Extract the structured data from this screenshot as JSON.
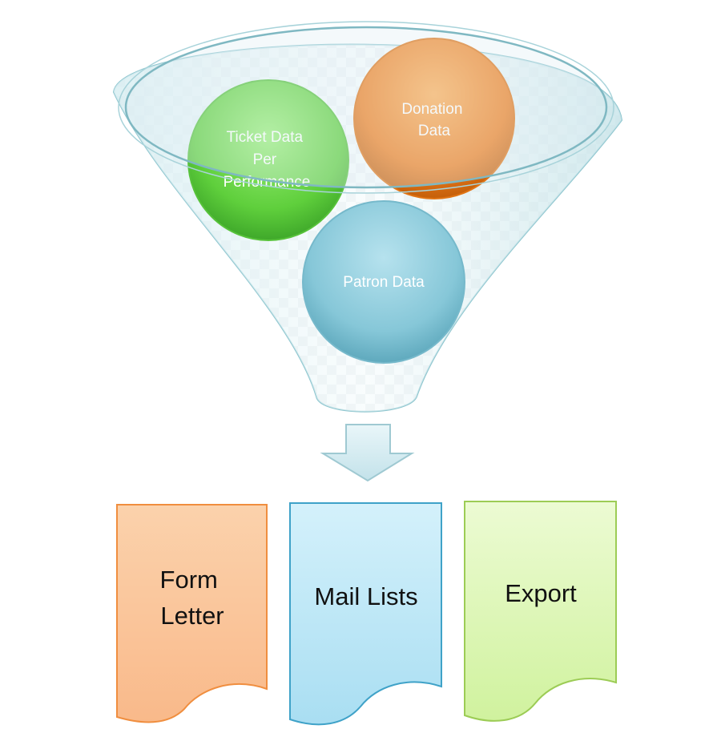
{
  "diagram": {
    "inputs": [
      {
        "id": "ticket",
        "lines": [
          "Ticket Data",
          "Per",
          "Performance"
        ]
      },
      {
        "id": "donation",
        "lines": [
          "Donation",
          "Data"
        ]
      },
      {
        "id": "patron",
        "lines": [
          "Patron Data"
        ]
      }
    ],
    "outputs": [
      {
        "id": "form-letter",
        "lines": [
          "Form",
          "Letter"
        ]
      },
      {
        "id": "mail-lists",
        "lines": [
          "Mail Lists"
        ]
      },
      {
        "id": "export",
        "lines": [
          "Export"
        ]
      }
    ]
  },
  "colors": {
    "ticket": "#6fd84a",
    "donation": "#f07f1f",
    "patron": "#7fc3d8",
    "form_letter": "#fac79d",
    "mail_lists": "#b9e6f7",
    "export": "#ddf6b4",
    "funnel": "#8fc6cf"
  }
}
